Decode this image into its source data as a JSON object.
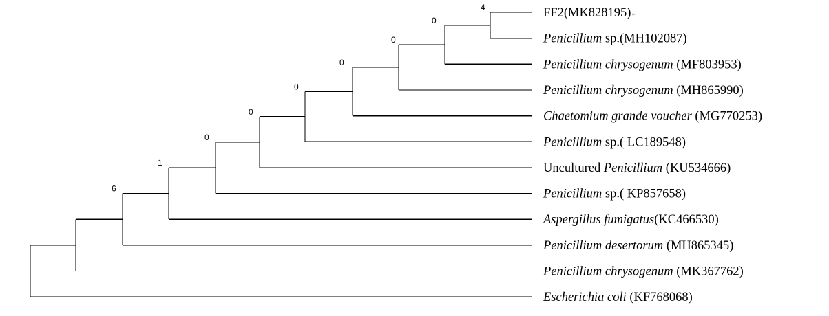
{
  "tree": {
    "tips": [
      {
        "id": "t1",
        "parts": [
          {
            "text": "FF2(MK828195)",
            "italic": false
          }
        ],
        "mark": "↵"
      },
      {
        "id": "t2",
        "parts": [
          {
            "text": "Penicillium",
            "italic": true
          },
          {
            "text": " sp.(MH102087)",
            "italic": false
          }
        ]
      },
      {
        "id": "t3",
        "parts": [
          {
            "text": "Penicillium chrysogenum",
            "italic": true
          },
          {
            "text": " (MF803953)",
            "italic": false
          }
        ]
      },
      {
        "id": "t4",
        "parts": [
          {
            "text": "Penicillium chrysogenum",
            "italic": true
          },
          {
            "text": " (MH865990)",
            "italic": false
          }
        ]
      },
      {
        "id": "t5",
        "parts": [
          {
            "text": "Chaetomium grande voucher",
            "italic": true
          },
          {
            "text": " (MG770253)",
            "italic": false
          }
        ]
      },
      {
        "id": "t6",
        "parts": [
          {
            "text": "Penicillium",
            "italic": true
          },
          {
            "text": " sp.( LC189548)",
            "italic": false
          }
        ]
      },
      {
        "id": "t7",
        "parts": [
          {
            "text": "Uncultured ",
            "italic": false
          },
          {
            "text": "Penicillium",
            "italic": true
          },
          {
            "text": " (KU534666)",
            "italic": false
          }
        ]
      },
      {
        "id": "t8",
        "parts": [
          {
            "text": "Penicillium",
            "italic": true
          },
          {
            "text": " sp.( KP857658)",
            "italic": false
          }
        ]
      },
      {
        "id": "t9",
        "parts": [
          {
            "text": "Aspergillus fumigatus",
            "italic": true
          },
          {
            "text": "(KC466530)",
            "italic": false
          }
        ]
      },
      {
        "id": "t10",
        "parts": [
          {
            "text": "Penicillium desertorum",
            "italic": true
          },
          {
            "text": " (MH865345)",
            "italic": false
          }
        ]
      },
      {
        "id": "t11",
        "parts": [
          {
            "text": "Penicillium chrysogenum",
            "italic": true
          },
          {
            "text": " (MK367762)",
            "italic": false
          }
        ]
      },
      {
        "id": "t12",
        "parts": [
          {
            "text": "Escherichia coli",
            "italic": true
          },
          {
            "text": " (KF768068)",
            "italic": false
          }
        ]
      }
    ],
    "clades": [
      {
        "id": "n1",
        "children": [
          "t1",
          "t2"
        ],
        "support": "4"
      },
      {
        "id": "n2",
        "children": [
          "n1",
          "t3"
        ],
        "support": "0"
      },
      {
        "id": "n3",
        "children": [
          "n2",
          "t4"
        ],
        "support": "0"
      },
      {
        "id": "n4",
        "children": [
          "n3",
          "t5"
        ],
        "support": "0"
      },
      {
        "id": "n5",
        "children": [
          "n4",
          "t6"
        ],
        "support": "0"
      },
      {
        "id": "n6",
        "children": [
          "n5",
          "t7"
        ],
        "support": "0"
      },
      {
        "id": "n7",
        "children": [
          "n6",
          "t8"
        ],
        "support": "0"
      },
      {
        "id": "n8",
        "children": [
          "n7",
          "t9"
        ],
        "support": "1"
      },
      {
        "id": "n9",
        "children": [
          "n8",
          "t10"
        ],
        "support": "6"
      },
      {
        "id": "n10",
        "children": [
          "n9",
          "t11"
        ],
        "support": ""
      },
      {
        "id": "root",
        "children": [
          "n10",
          "t12"
        ],
        "support": ""
      }
    ]
  }
}
